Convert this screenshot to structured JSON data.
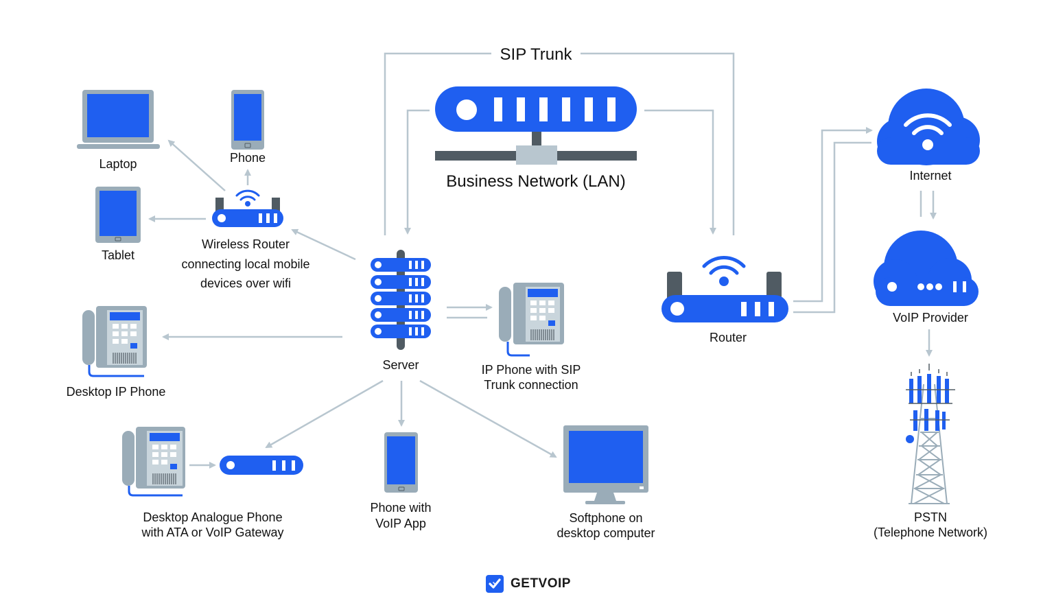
{
  "colors": {
    "blue": "#1f5ff0",
    "screen_blue": "#1f5ff0",
    "frame_gray": "#9aacb8",
    "dark_gray": "#505b63",
    "arrow_gray": "#b8c6cf",
    "light_gray": "#c9d5dc"
  },
  "labels": {
    "sip_trunk": "SIP Trunk",
    "lan": "Business Network (LAN)",
    "laptop": "Laptop",
    "phone": "Phone",
    "tablet": "Tablet",
    "wifi_router": [
      "Wireless Router",
      "connecting local mobile",
      "devices over wifi"
    ],
    "server": "Server",
    "ip_phone_sip": [
      "IP Phone with SIP",
      "Trunk connection"
    ],
    "desktop_ip_phone": "Desktop IP Phone",
    "analogue_phone": [
      "Desktop Analogue Phone",
      "with ATA or VoIP Gateway"
    ],
    "voip_app_phone": [
      "Phone with",
      "VoIP App"
    ],
    "softphone": [
      "Softphone on",
      "desktop computer"
    ],
    "router": "Router",
    "internet": "Internet",
    "voip_provider": "VoIP Provider",
    "pstn": [
      "PSTN",
      "(Telephone Network)"
    ]
  },
  "brand": {
    "name": "GETVOIP",
    "icon": "check-badge-icon"
  }
}
